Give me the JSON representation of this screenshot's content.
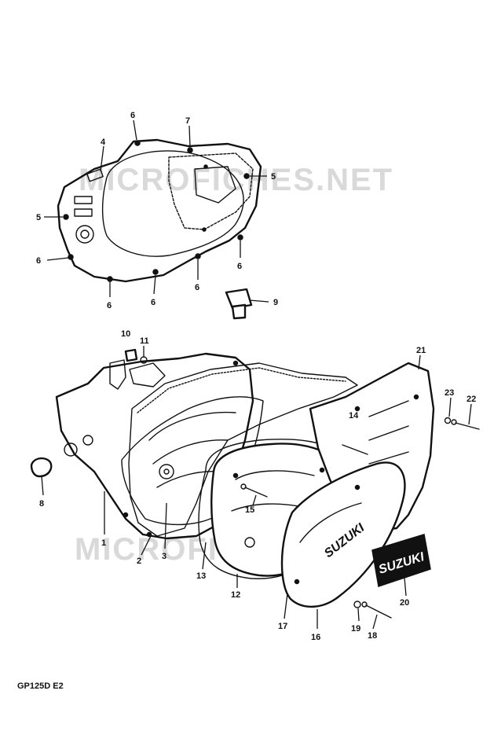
{
  "watermark": "MICROFICHES.NET",
  "model_code": "GP125D E2",
  "emblem_text": "SUZUKI",
  "callouts": [
    {
      "id": "c1",
      "label": "1"
    },
    {
      "id": "c2",
      "label": "2"
    },
    {
      "id": "c3",
      "label": "3"
    },
    {
      "id": "c4",
      "label": "4"
    },
    {
      "id": "c5a",
      "label": "5"
    },
    {
      "id": "c5b",
      "label": "5"
    },
    {
      "id": "c6a",
      "label": "6"
    },
    {
      "id": "c6b",
      "label": "6"
    },
    {
      "id": "c6c",
      "label": "6"
    },
    {
      "id": "c6d",
      "label": "6"
    },
    {
      "id": "c6e",
      "label": "6"
    },
    {
      "id": "c6f",
      "label": "6"
    },
    {
      "id": "c7",
      "label": "7"
    },
    {
      "id": "c8",
      "label": "8"
    },
    {
      "id": "c9",
      "label": "9"
    },
    {
      "id": "c10",
      "label": "10"
    },
    {
      "id": "c11",
      "label": "11"
    },
    {
      "id": "c12",
      "label": "12"
    },
    {
      "id": "c13",
      "label": "13"
    },
    {
      "id": "c14",
      "label": "14"
    },
    {
      "id": "c15",
      "label": "15"
    },
    {
      "id": "c16",
      "label": "16"
    },
    {
      "id": "c17",
      "label": "17"
    },
    {
      "id": "c18",
      "label": "18"
    },
    {
      "id": "c19",
      "label": "19"
    },
    {
      "id": "c20",
      "label": "20"
    },
    {
      "id": "c21",
      "label": "21"
    },
    {
      "id": "c22",
      "label": "22"
    },
    {
      "id": "c23",
      "label": "23"
    }
  ]
}
